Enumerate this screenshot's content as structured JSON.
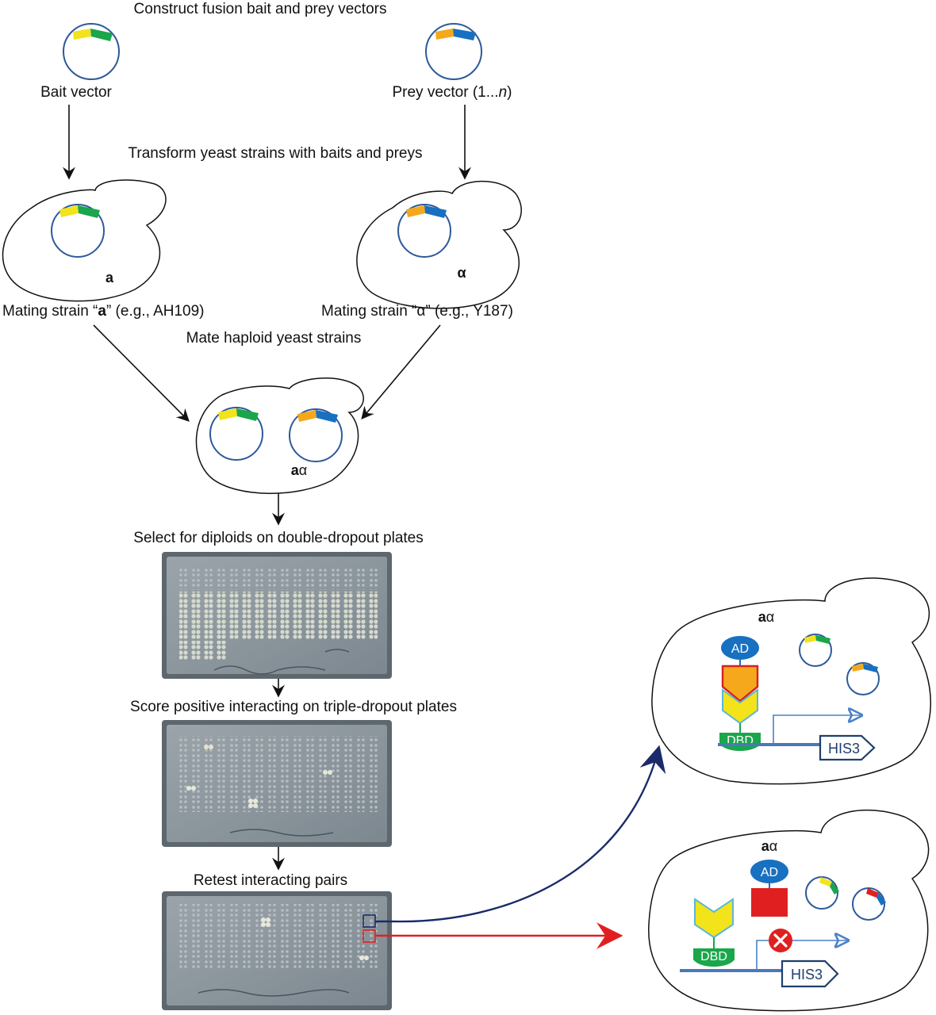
{
  "steps": {
    "construct": "Construct fusion bait and prey vectors",
    "transform": "Transform yeast strains with baits and preys",
    "mate": "Mate haploid yeast strains",
    "select": "Select for diploids on double-dropout plates",
    "score": "Score positive interacting on triple-dropout plates",
    "retest": "Retest interacting pairs"
  },
  "vectors": {
    "bait": "Bait vector",
    "prey_prefix": "Prey vector (1...",
    "prey_n": "n",
    "prey_suffix": ")"
  },
  "strains": {
    "a_tag": "a",
    "alpha_tag": "α",
    "a_label_prefix": "Mating strain “",
    "a_label_bold": "a",
    "a_label_suffix": "” (e.g., AH109)",
    "alpha_label": "Mating strain “α” (e.g., Y187)"
  },
  "diploid": {
    "tag_a": "a",
    "tag_alpha": "α"
  },
  "reporter": {
    "ad": "AD",
    "dbd": "DBD",
    "gene": "HIS3"
  },
  "colors": {
    "bait_tag": "#f2e31a",
    "bait_fusion": "#1aa64a",
    "prey_tag": "#f5a81c",
    "prey_fusion": "#1870c0",
    "mismatch_prey": "#e02020",
    "plasmid": "#2d5a9a",
    "positive_arrow": "#1a2a6a",
    "negative_arrow": "#e02020",
    "ad": "#1870c0",
    "dbd": "#1aa64a"
  }
}
